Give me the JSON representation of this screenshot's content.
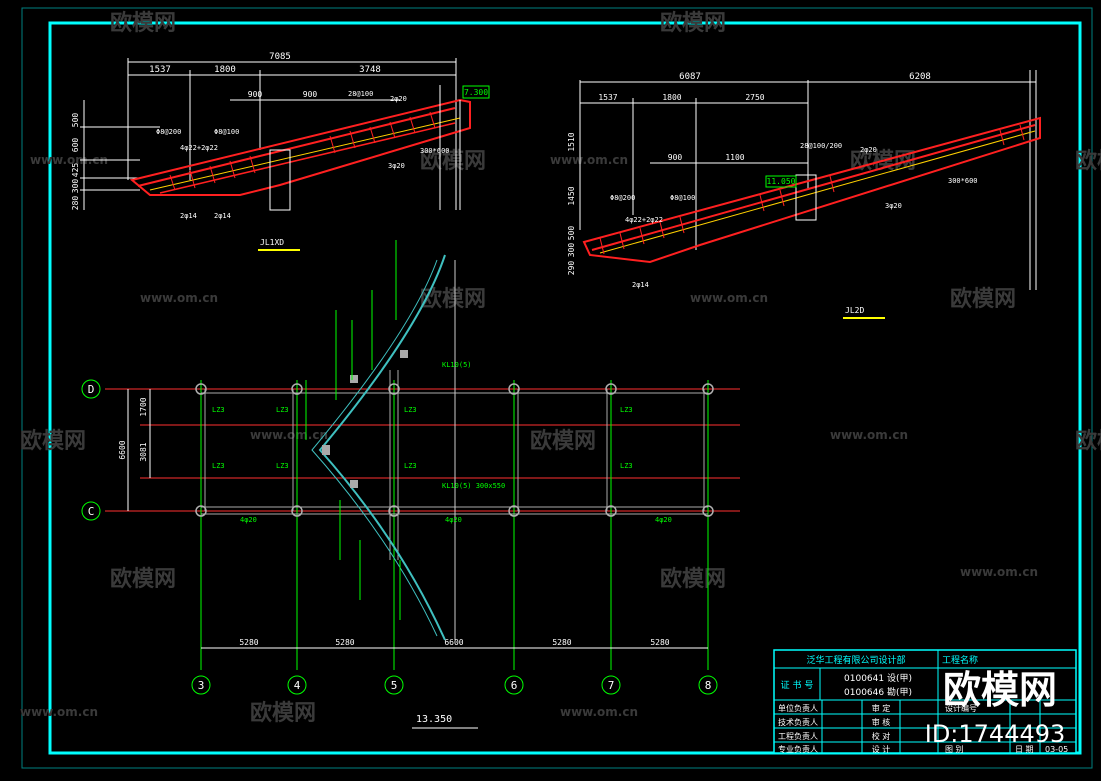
{
  "colors": {
    "background": "#000000",
    "frame": "#00ffff",
    "axis_line": "#ff3030",
    "beam_red": "#ff2020",
    "dim_text": "#ffffff",
    "green_text": "#00ff00",
    "yellow_label": "#ffff00",
    "column_grey": "#b0b0b0",
    "watermark": "#3a3a3a"
  },
  "watermark": {
    "brand": "欧模网",
    "url": "www.om.cn",
    "big_brand": "欧模网",
    "id_text": "ID:1744493"
  },
  "left_section": {
    "overall_dim": "7085",
    "dims_top": [
      "1537",
      "1800",
      "3748"
    ],
    "dims_mid": [
      "900",
      "900"
    ],
    "dims_left": [
      "500",
      "600",
      "425",
      "300",
      "280"
    ],
    "elev": "7.300",
    "rebar_labels": [
      "28@100",
      "2φ20",
      "Φ8@200",
      "Φ8@100",
      "4φ22+2φ22",
      "300*600",
      "3φ20",
      "2φ14",
      "2φ14"
    ],
    "title": "JL1XD"
  },
  "right_section": {
    "dims_top": [
      "6087",
      "6208"
    ],
    "dims_sub": [
      "1537",
      "1800",
      "2750"
    ],
    "dims_mid": [
      "900",
      "1100"
    ],
    "dims_left": [
      "1510",
      "1450",
      "500",
      "300",
      "290"
    ],
    "elev": "11.050",
    "rebar_labels": [
      "28@100/200",
      "2φ20",
      "Φ8@200",
      "Φ8@100",
      "4φ22+2φ22",
      "300*600",
      "3φ20",
      "2φ14"
    ],
    "title": "JL2D"
  },
  "plan": {
    "axis_rows": [
      "D",
      "C"
    ],
    "axis_cols": [
      "3",
      "4",
      "5",
      "6",
      "7",
      "8"
    ],
    "col_dims": [
      "5280",
      "5280",
      "6600",
      "5280",
      "5280"
    ],
    "row_dims": [
      "6600",
      "1700",
      "3081"
    ],
    "beam_labels": [
      "LZ3",
      "LZ3",
      "LZ3",
      "LZ3",
      "LZ3",
      "LZ3",
      "LZ3",
      "LZ3"
    ],
    "kl_label": "KL10(5)",
    "kl_label_2": "KL10(5) 300x550",
    "bottom_bars": [
      "4φ20",
      "4φ20",
      "4φ20"
    ],
    "title": "13.350"
  },
  "title_block": {
    "company": "泛华工程有限公司设计部",
    "project_label": "工程名称",
    "cert_label": "证 书 号",
    "cert_1": "0100641 设(甲)",
    "cert_2": "0100646 勘(甲)",
    "rows": [
      "单位负责人",
      "技术负责人",
      "工程负责人",
      "专业负责人"
    ],
    "col2": [
      "审 定",
      "审 核",
      "校 对",
      "设 计"
    ],
    "design_no": "设计编号",
    "drawing_label": "图 别",
    "date_label": "日 期",
    "date_val": "03-05"
  }
}
